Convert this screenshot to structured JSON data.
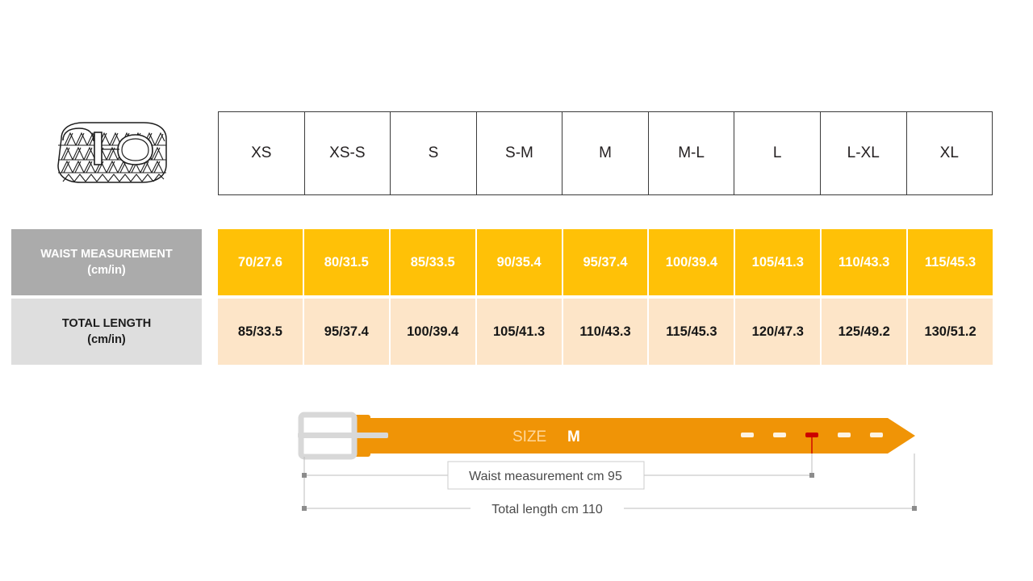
{
  "product": {
    "icon_name": "braided-belt-illustration"
  },
  "size_table": {
    "sizes": [
      "XS",
      "XS-S",
      "S",
      "S-M",
      "M",
      "M-L",
      "L",
      "L-XL",
      "XL"
    ],
    "rows": [
      {
        "label_line1": "WAIST MEASUREMENT",
        "label_line2": "(cm/in)",
        "values": [
          "70/27.6",
          "80/31.5",
          "85/33.5",
          "90/35.4",
          "95/37.4",
          "100/39.4",
          "105/41.3",
          "110/43.3",
          "115/45.3"
        ],
        "bg": "#ffc107",
        "label_bg": "#ababab",
        "text_color": "#ffffff"
      },
      {
        "label_line1": "TOTAL LENGTH",
        "label_line2": "(cm/in)",
        "values": [
          "85/33.5",
          "95/37.4",
          "100/39.4",
          "105/41.3",
          "110/43.3",
          "115/45.3",
          "120/47.3",
          "125/49.2",
          "130/51.2"
        ],
        "bg": "#fde5c8",
        "label_bg": "#dedede",
        "text_color": "#161616"
      }
    ]
  },
  "diagram": {
    "size_prefix": "SIZE",
    "size_value": "M",
    "waist_label": "Waist measurement cm 95",
    "total_label": "Total length cm 110",
    "belt_color": "#f09406",
    "buckle_color": "#d8d8d8",
    "highlight_hole_color": "#cc0000",
    "hole_color": "#fdf3e2",
    "holes_total": 5,
    "highlight_hole_index": 3
  }
}
